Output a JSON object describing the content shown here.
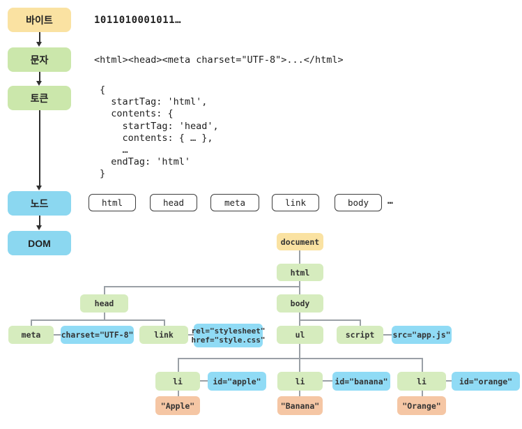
{
  "colors": {
    "yellow": "#FAE2A2",
    "green": "#CBE7AB",
    "blue": "#8BD7F0",
    "tree_green": "#D6ECBE",
    "attr_blue": "#90DBF5",
    "text_orange": "#F5C6A4",
    "line": "#9AA0A6",
    "arrow": "#2F2F2F",
    "code": "#1E1E1E",
    "outline": "#3C3C3C"
  },
  "pipeline": {
    "stages": [
      {
        "label": "바이트"
      },
      {
        "label": "문자"
      },
      {
        "label": "토큰"
      },
      {
        "label": "노드"
      },
      {
        "label": "DOM"
      }
    ]
  },
  "examples": {
    "bytes": "1011010001011…",
    "characters": "<html><head><meta charset=\"UTF-8\">...</html>",
    "tokens": "{\n  startTag: 'html',\n  contents: {\n    startTag: 'head',\n    contents: { … },\n    …\n  endTag: 'html'\n}",
    "nodes": [
      "html",
      "head",
      "meta",
      "link",
      "body"
    ],
    "nodes_ellipsis": "…"
  },
  "dom_tree": {
    "document": "document",
    "html": "html",
    "head": "head",
    "body": "body",
    "meta": "meta",
    "meta_attr": "charset=\"UTF-8\"",
    "link": "link",
    "link_attr": "rel=\"stylesheet\"\nhref=\"style.css\"",
    "ul": "ul",
    "script": "script",
    "script_attr": "src=\"app.js\"",
    "li_items": [
      {
        "tag": "li",
        "attr": "id=\"apple\"",
        "text": "\"Apple\""
      },
      {
        "tag": "li",
        "attr": "id=\"banana\"",
        "text": "\"Banana\""
      },
      {
        "tag": "li",
        "attr": "id=\"orange\"",
        "text": "\"Orange\""
      }
    ]
  }
}
